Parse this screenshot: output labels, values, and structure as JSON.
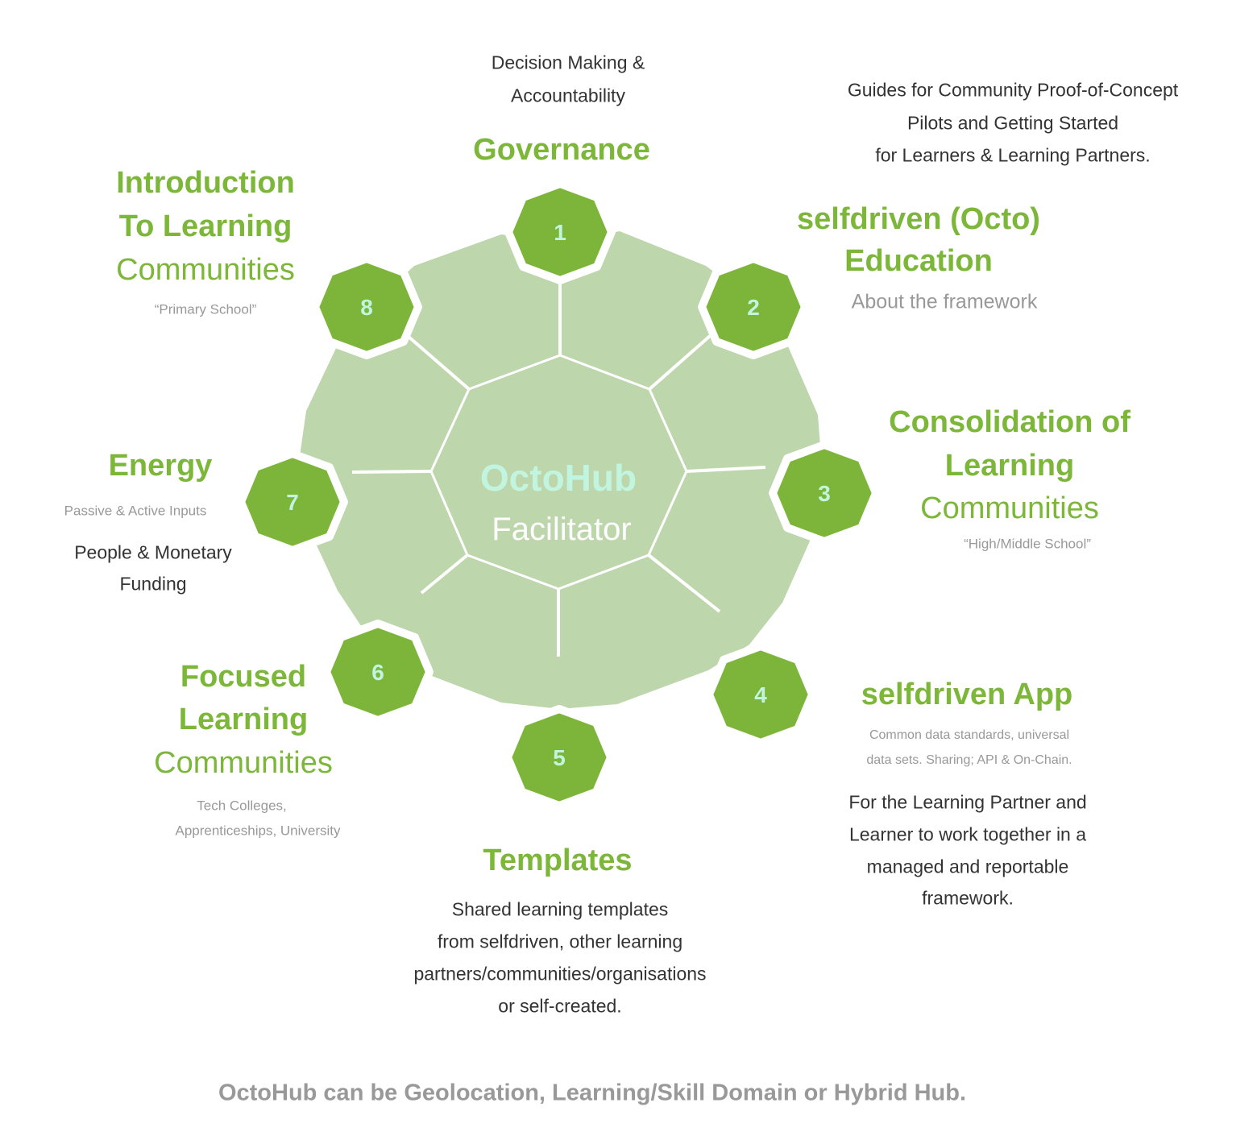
{
  "colors": {
    "badge": "#7db53a",
    "segment": "#bdd6ac",
    "heading": "#7cb73a",
    "mint": "#c2f5df",
    "grey": "#999999",
    "dark": "#333333"
  },
  "center": {
    "title": "OctoHub",
    "subtitle": "Facilitator"
  },
  "badges": [
    "1",
    "2",
    "3",
    "4",
    "5",
    "6",
    "7",
    "8"
  ],
  "governance": {
    "title": "Governance",
    "desc": [
      "Decision Making &",
      "Accountability"
    ]
  },
  "education": {
    "title": [
      "selfdriven (Octo)",
      "Education"
    ],
    "subtitle": "About the framework",
    "desc": [
      "Guides for Community Proof-of-Concept",
      "Pilots and Getting Started",
      "for Learners & Learning Partners."
    ]
  },
  "consolidation": {
    "title": [
      "Consolidation of",
      "Learning"
    ],
    "title_regular": "Communities",
    "note": "“High/Middle School”"
  },
  "app": {
    "title": "selfdriven App",
    "note": [
      "Common data standards, universal",
      "data sets.  Sharing; API & On-Chain."
    ],
    "desc": [
      "For the Learning Partner and",
      "Learner to work together in a",
      "managed and reportable",
      "framework."
    ]
  },
  "templates": {
    "title": "Templates",
    "desc": [
      "Shared learning templates",
      "from selfdriven, other learning",
      "partners/communities/organisations",
      "or self-created."
    ]
  },
  "focused": {
    "title": [
      "Focused",
      "Learning"
    ],
    "title_regular": "Communities",
    "note": [
      "Tech Colleges,",
      "Apprenticeships, University"
    ]
  },
  "energy": {
    "title": "Energy",
    "note": "Passive & Active Inputs",
    "desc": [
      "People & Monetary",
      "Funding"
    ]
  },
  "introduction": {
    "title": [
      "Introduction",
      "To Learning"
    ],
    "title_regular": "Communities",
    "note": "“Primary School”"
  },
  "footer": "OctoHub can be Geolocation, Learning/Skill Domain or Hybrid Hub."
}
